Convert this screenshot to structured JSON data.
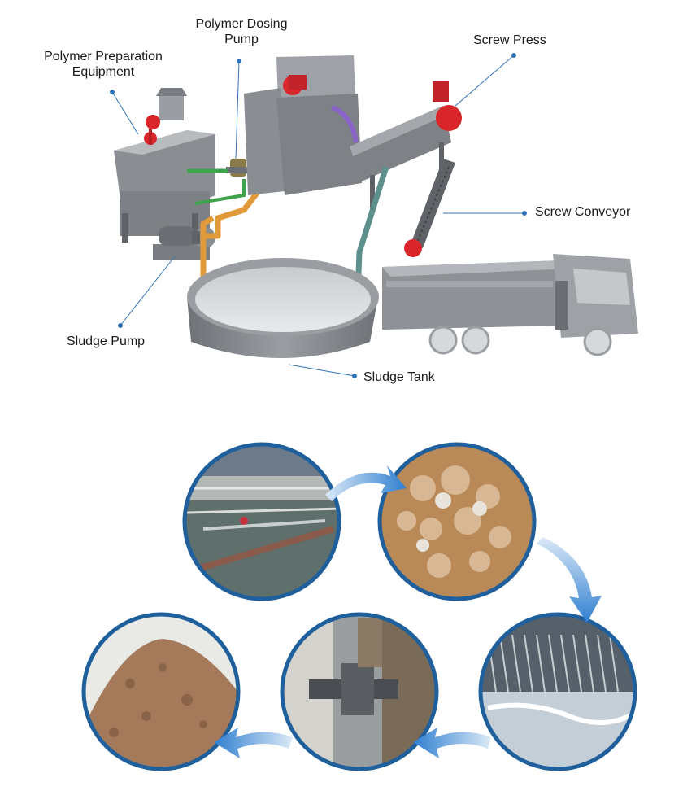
{
  "callouts": {
    "polymer_prep": "Polymer Preparation\nEquipment",
    "polymer_prep_l1": "Polymer Preparation",
    "polymer_prep_l2": "Equipment",
    "dosing_pump_l1": "Polymer Dosing",
    "dosing_pump_l2": "Pump",
    "screw_press": "Screw Press",
    "screw_conveyor": "Screw Conveyor",
    "sludge_pump": "Sludge Pump",
    "sludge_tank": "Sludge Tank"
  },
  "colors": {
    "machine_gray": "#8e9296",
    "machine_dark": "#5f6367",
    "motor_red": "#d9262b",
    "pipe_orange": "#e09a3a",
    "pipe_green": "#3fa34d",
    "pipe_teal": "#5d8f8c",
    "callout_line": "#2f73b8",
    "ring_blue": "#1f5f9c",
    "arrow_blue": "#2f7fd0"
  },
  "process_photos": [
    {
      "id": "raw-sludge-photo",
      "icon": "sedimentation-tank-photo"
    },
    {
      "id": "flocculated-sludge-photo",
      "icon": "floc-photo"
    },
    {
      "id": "thickening-screen-photo",
      "icon": "screen-filtrate-photo"
    },
    {
      "id": "screw-shaft-photo",
      "icon": "screw-shaft-photo"
    },
    {
      "id": "sludge-cake-photo",
      "icon": "cake-photo"
    }
  ]
}
